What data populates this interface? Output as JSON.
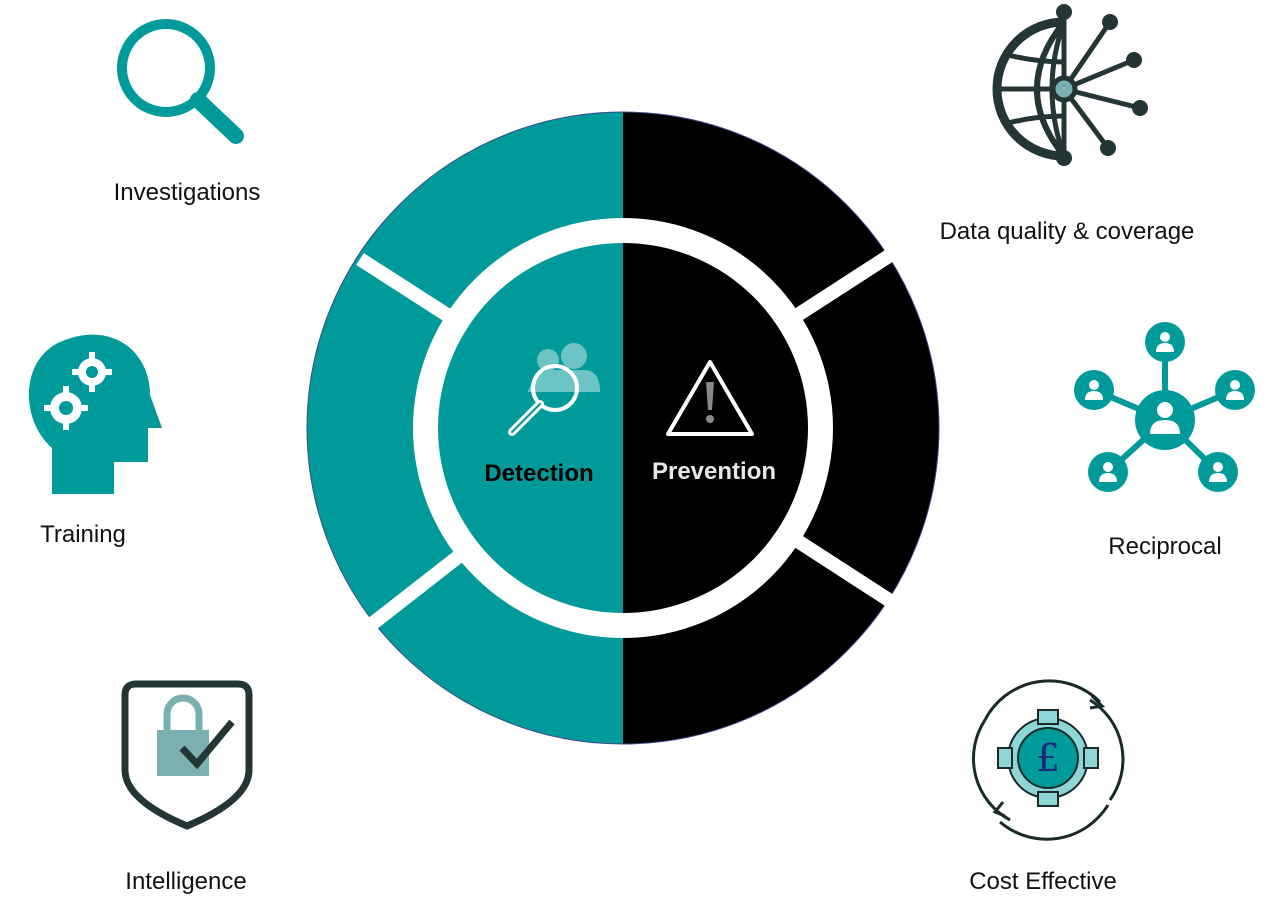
{
  "center": {
    "left_label": "Detection",
    "right_label": "Prevention"
  },
  "items": [
    {
      "label": "Investigations",
      "icon": "magnifier-icon"
    },
    {
      "label": "Training",
      "icon": "head-gears-icon"
    },
    {
      "label": "Intelligence",
      "icon": "shield-lock-icon"
    },
    {
      "label": "Data quality & coverage",
      "icon": "globe-network-icon"
    },
    {
      "label": "Reciprocal",
      "icon": "people-network-icon"
    },
    {
      "label": "Cost Effective",
      "icon": "pound-gear-icon"
    }
  ],
  "colors": {
    "teal": "#009a9a",
    "black": "#000000",
    "dark": "#243535",
    "light_teal": "#8fd6d6"
  }
}
